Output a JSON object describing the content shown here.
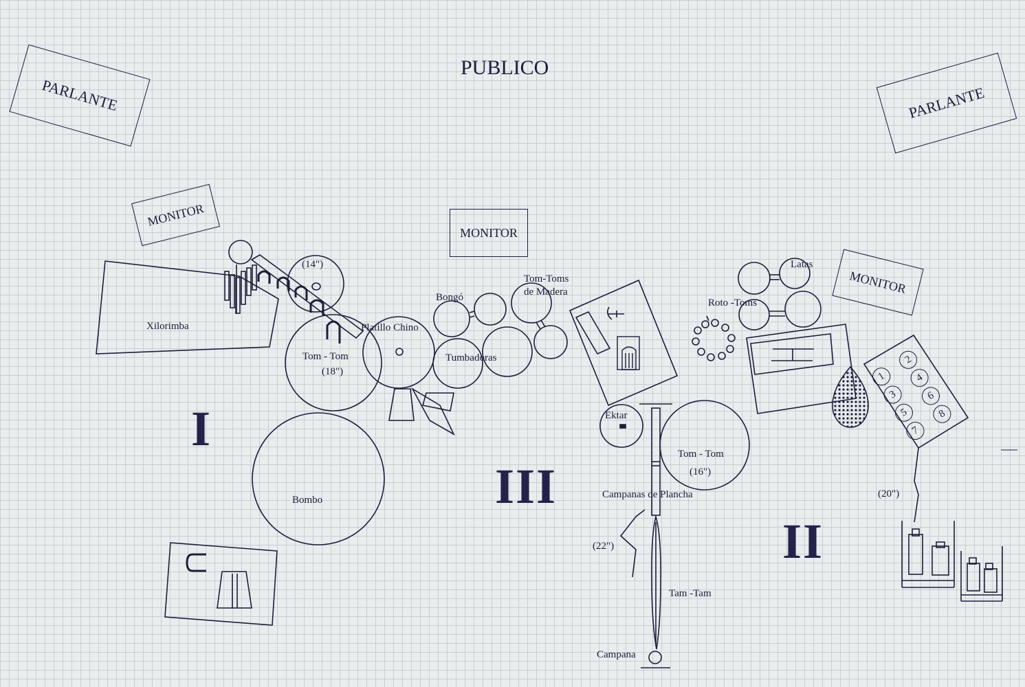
{
  "title": "PUBLICO",
  "speakers": {
    "left": "PARLANTE",
    "right": "PARLANTE"
  },
  "monitors": {
    "left": "MONITOR",
    "center": "MONITOR",
    "right": "MONITOR"
  },
  "sections": {
    "one": "I",
    "two": "II",
    "three": "III"
  },
  "instruments": {
    "xilorimba": "Xilorimba",
    "tom14": "(14\")",
    "platillo_chino": "Platillo Chino",
    "tom18_name": "Tom - Tom",
    "tom18_size": "(18\")",
    "bongo": "Bongó",
    "tumbadoras": "Tumbadoras",
    "tomtoms_madera_1": "Tom-Toms",
    "tomtoms_madera_2": "de Madera",
    "bombo": "Bombo",
    "latas": "Latas",
    "roto_toms": "Roto -Toms",
    "ektar": "Ektar",
    "tom16_name": "Tom - Tom",
    "tom16_size": "(16\")",
    "campanas_plancha": "Campanas de Plancha",
    "gong22": "(22\")",
    "tam_tam": "Tam -Tam",
    "campana": "Campana",
    "gong20": "(20\")"
  },
  "numbered_pads": [
    "1",
    "2",
    "3",
    "4",
    "5",
    "6",
    "7",
    "8"
  ],
  "colors": {
    "ink": "#1e1e3a",
    "paper": "#e9edee",
    "grid": "#c8ced2"
  }
}
